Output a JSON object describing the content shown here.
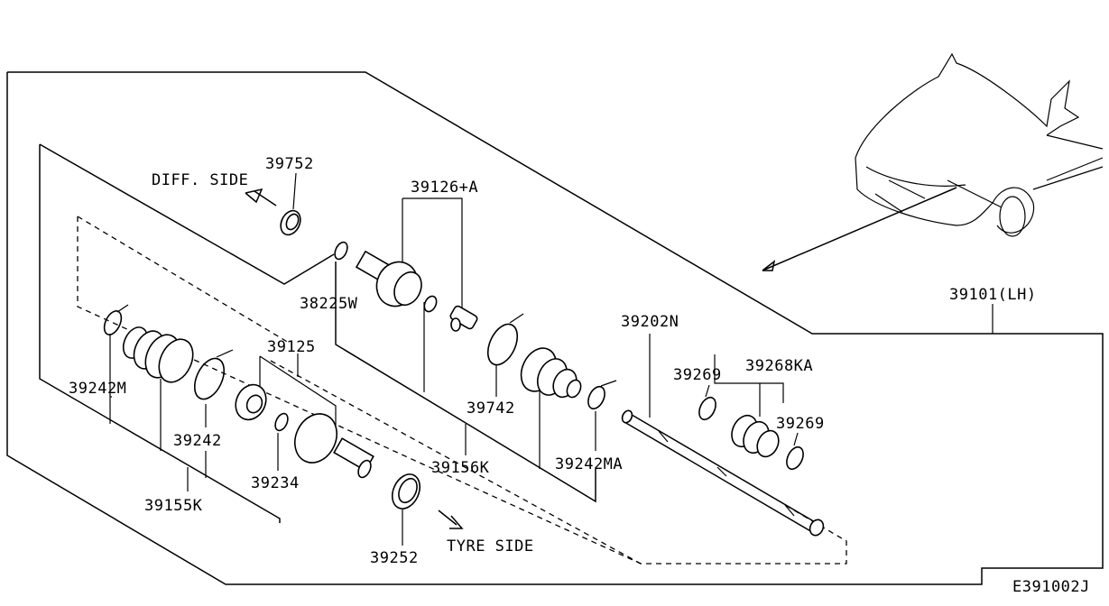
{
  "diagram_id": "E391002J",
  "assembly_label": "39101(LH)",
  "direction_labels": {
    "diff_side": "DIFF. SIDE",
    "tyre_side": "TYRE SIDE"
  },
  "parts": {
    "p39752": "39752",
    "p39126a": "39126+A",
    "p38225w": "38225W",
    "p39125": "39125",
    "p39242m": "39242M",
    "p39242": "39242",
    "p39155k": "39155K",
    "p39234": "39234",
    "p39252": "39252",
    "p39156k": "39156K",
    "p39742": "39742",
    "p39242ma": "39242MA",
    "p39202n": "39202N",
    "p39269a": "39269",
    "p39268ka": "39268KA",
    "p39269b": "39269"
  },
  "icons": [
    "vehicle-illustration",
    "arrow-icon",
    "drive-shaft-parts"
  ]
}
